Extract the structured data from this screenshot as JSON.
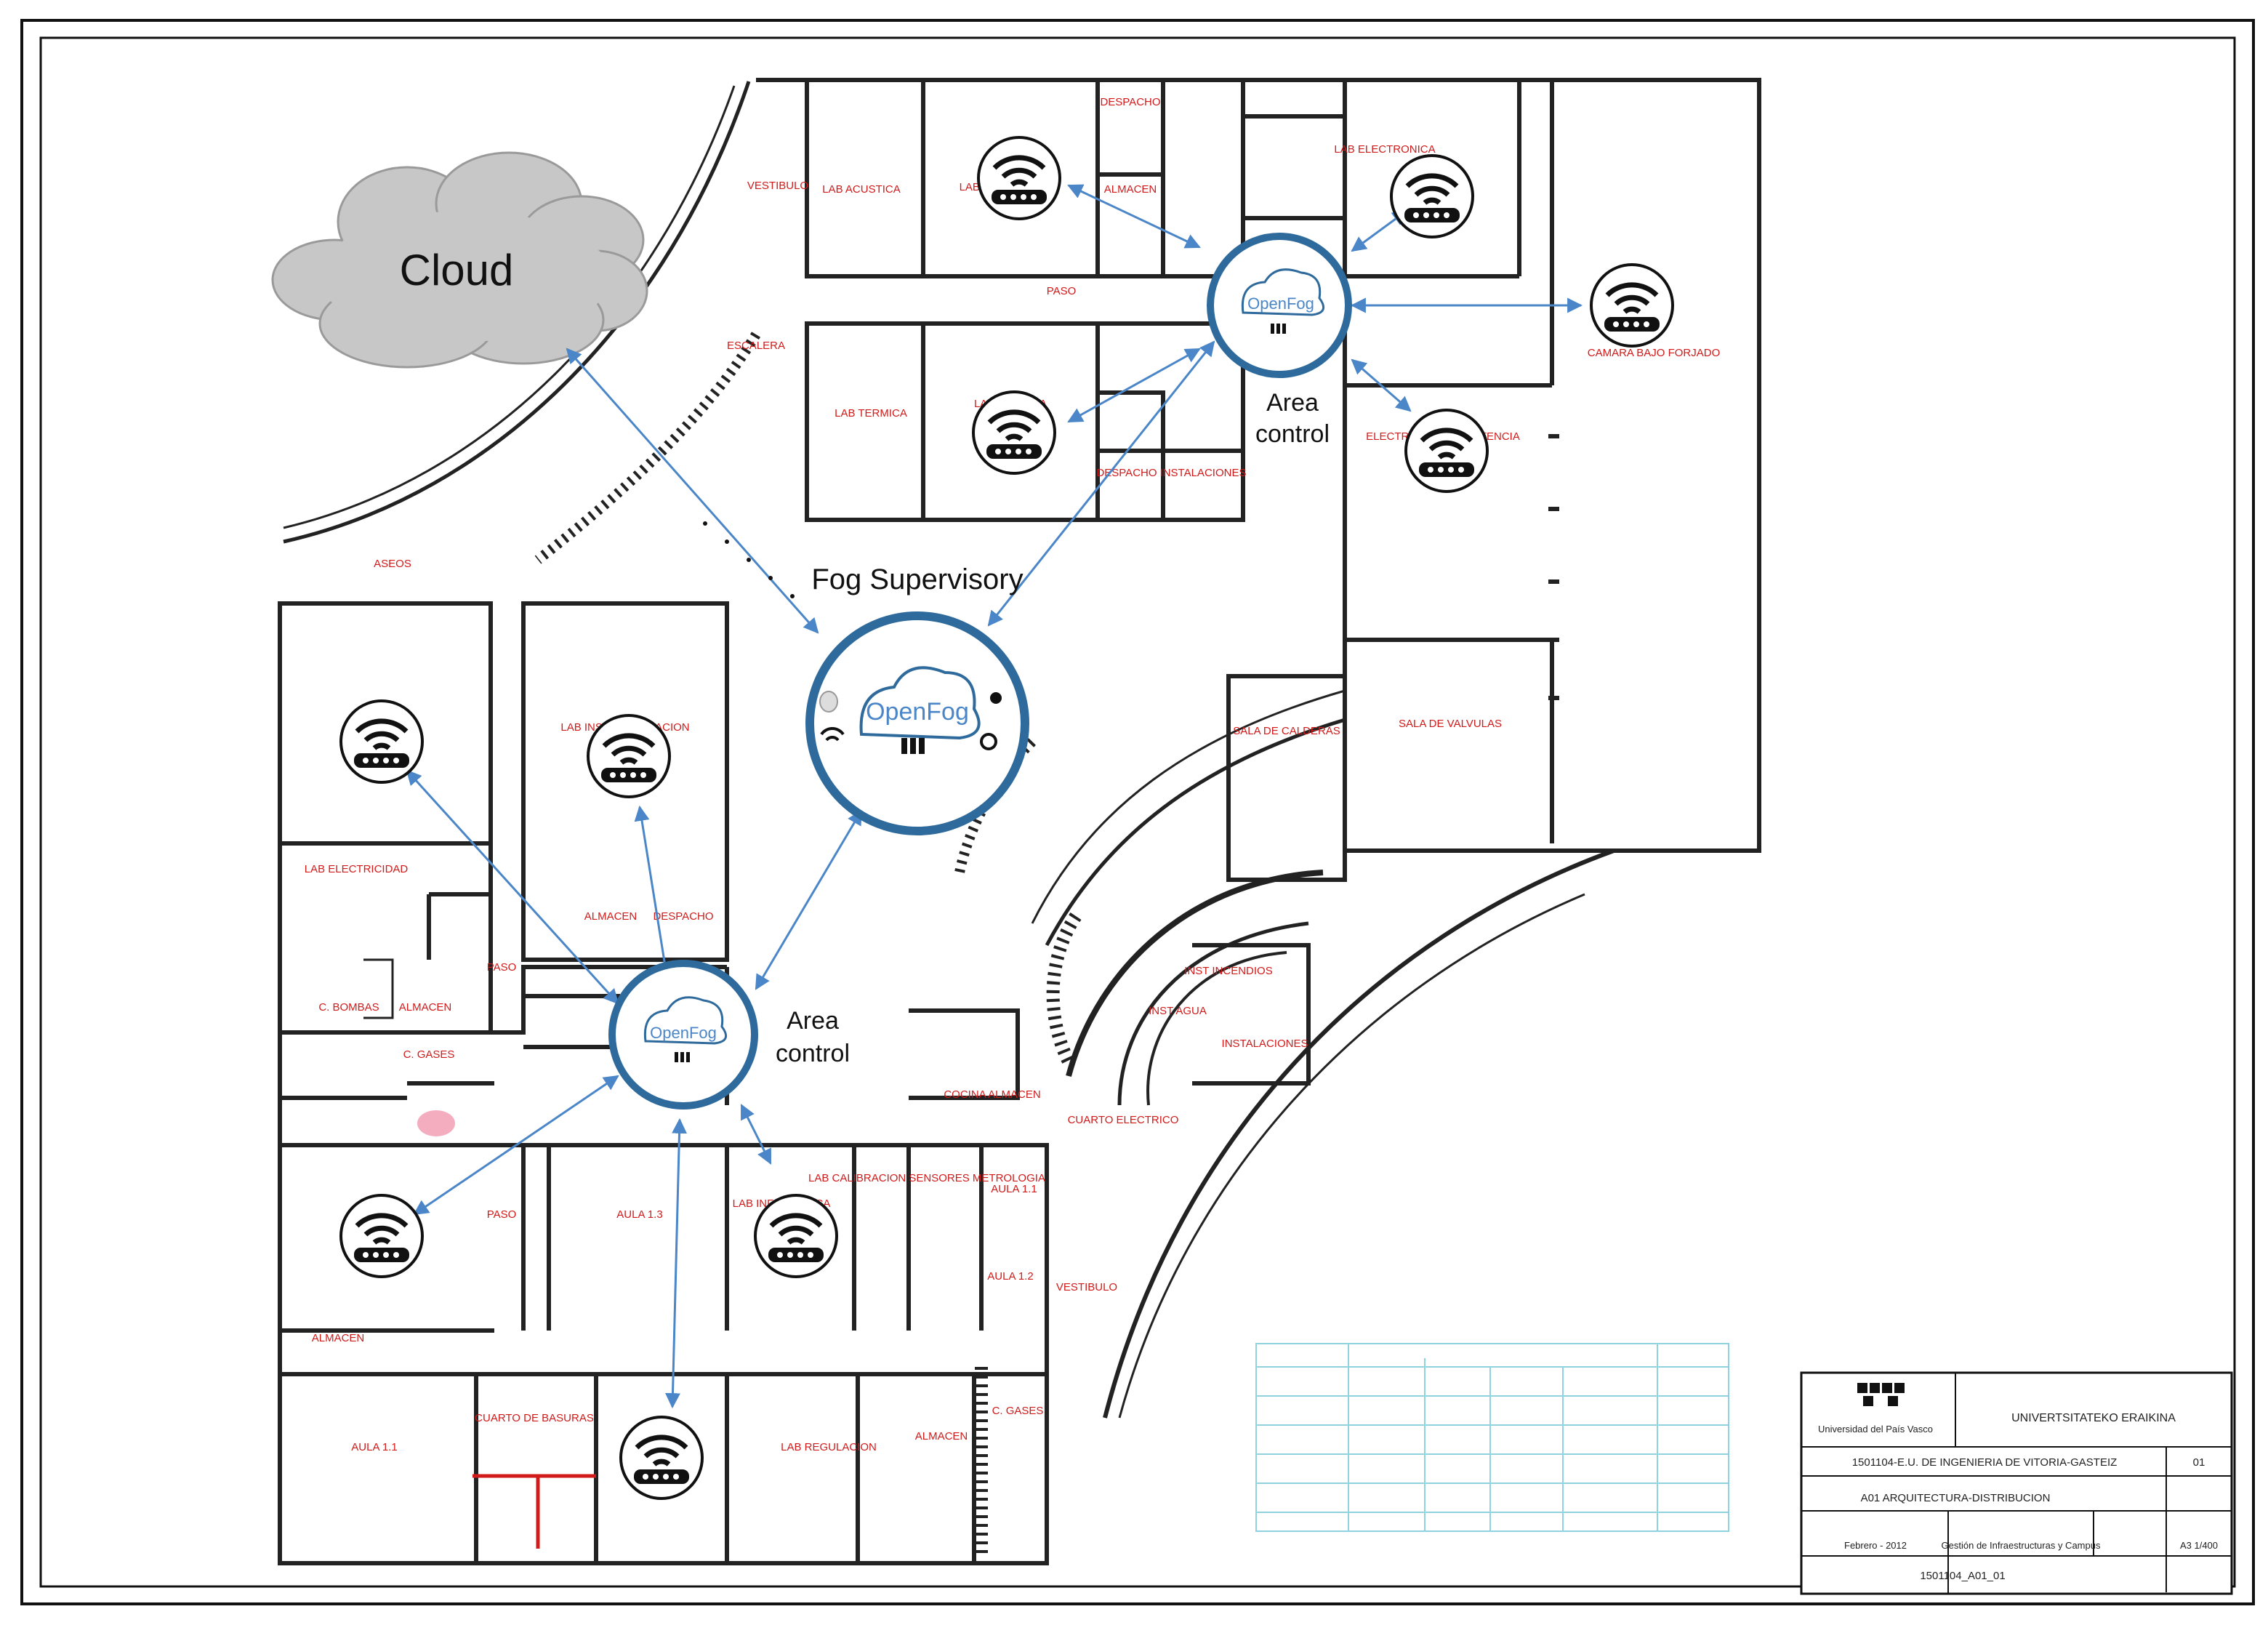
{
  "cloud": {
    "label": "Cloud"
  },
  "fog_supervisory": {
    "label": "Fog Supervisory",
    "brand": "OpenFog"
  },
  "area_controls": [
    {
      "label_line1": "Area",
      "label_line2": "control",
      "brand": "OpenFog"
    },
    {
      "label_line1": "Area",
      "label_line2": "control",
      "brand": "OpenFog"
    }
  ],
  "room_labels": [
    "LAB ACUSTICA",
    "LAB ROBOTICA",
    "ALMACEN",
    "DESPACHO",
    "VESTIBULO",
    "LAB ELECTRONICA",
    "PASO",
    "CAMARA BAJO FORJADO",
    "LAB TERMICA",
    "LAB ENERGIA",
    "DESPACHO",
    "INSTALACIONES",
    "ELECTRONICA DE POTENCIA",
    "SALA DE VALVULAS",
    "SALA DE CALDERAS",
    "INST INCENDIOS",
    "INST AGUA",
    "INSTALACIONES",
    "CUARTO ELECTRICO",
    "COCINA ALMACEN",
    "LAB INSTRUMENTACION",
    "PASO",
    "ALMACEN",
    "DESPACHO",
    "C. BOMBAS",
    "ALMACEN",
    "C. GASES",
    "LAB ELECTRICIDAD",
    "AULA 1.3",
    "LAB INFORMATICA",
    "LAB CALIBRACION SENSORES METROLOGIA",
    "AULA 1.1",
    "AULA 1.2",
    "VESTIBULO",
    "ALMACEN",
    "AULA 1.1",
    "CUARTO DE BASURAS",
    "LAB REGULACION",
    "ALMACEN",
    "C. GASES",
    "PASO",
    "ASEOS",
    "ESCALERA"
  ],
  "title_block": {
    "university": "Universidad del País Vasco",
    "subject": "UNIVERTSITATEKO ERAIKINA",
    "school": "1501104-E.U. DE INGENIERIA DE VITORIA-GASTEIZ",
    "sheet_no": "01",
    "drawing_title": "A01 ARQUITECTURA-DISTRIBUCION",
    "date": "Febrero - 2012",
    "dept": "Gestión de Infraestructuras y Campus",
    "scale": "A3 1/400",
    "file_code": "1501104_A01_01"
  },
  "colors": {
    "wall": "#222222",
    "arrow": "#4a86c8",
    "circle": "#2f6a9c",
    "room_text": "#d11a1a",
    "cloud_fill": "#c7c7c7"
  },
  "icons": [
    "wifi-router-icon",
    "openfog-icon",
    "cloud-icon",
    "storage-icon",
    "network-icon"
  ]
}
